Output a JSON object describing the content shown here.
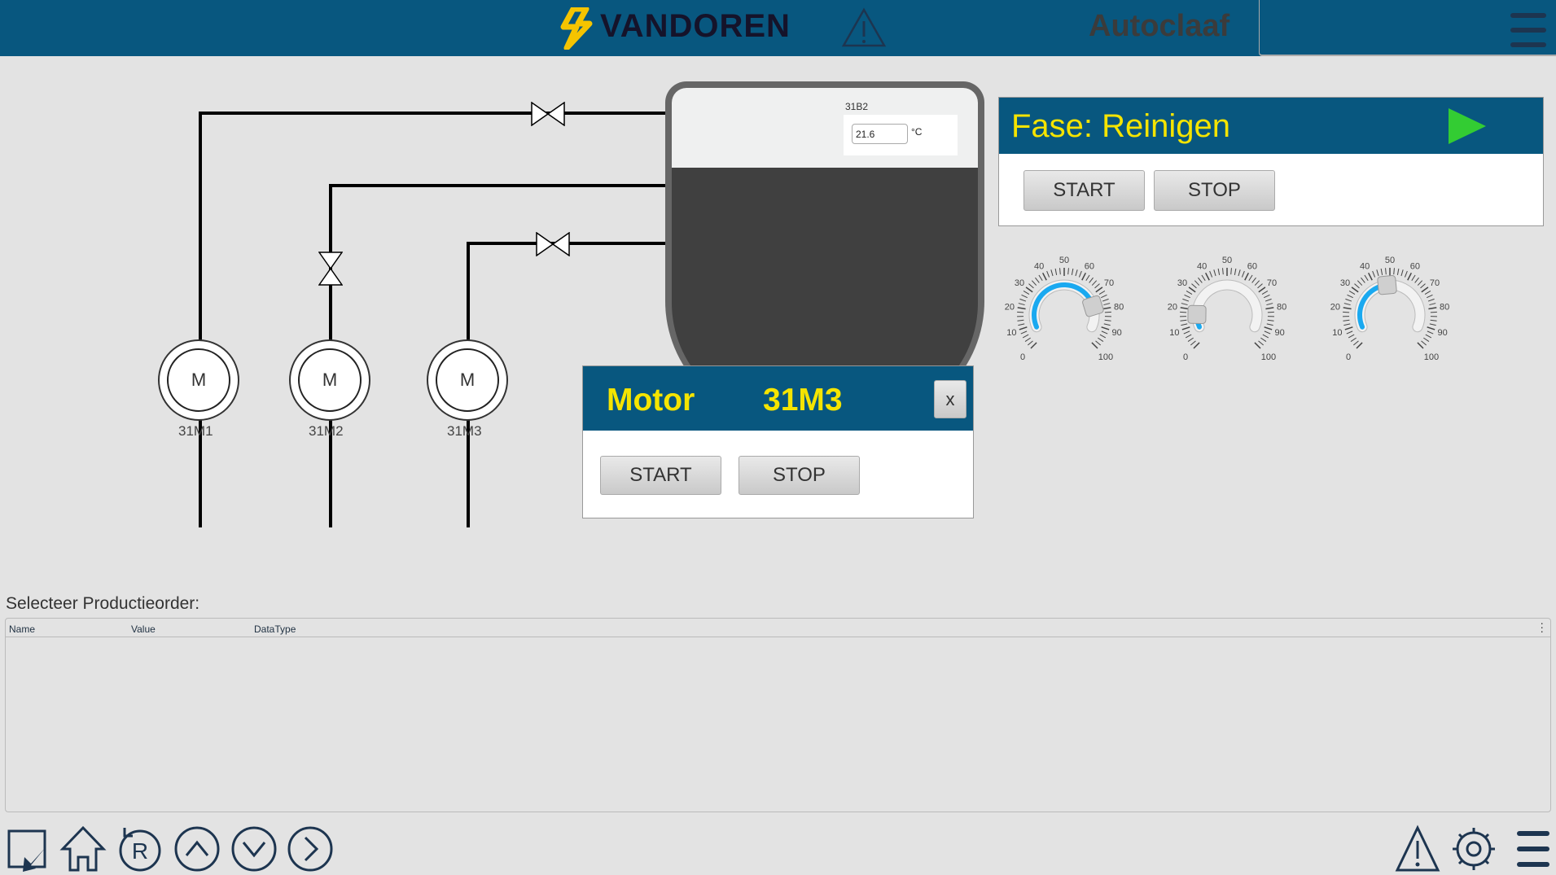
{
  "header": {
    "brand": "VANDOREN",
    "title": "Autoclaaf"
  },
  "colors": {
    "header": "#08577f",
    "accent": "#f5e400",
    "gauge": "#1aa9f0",
    "play": "#33cc33"
  },
  "process": {
    "valves": [
      "valve-1",
      "valve-2",
      "valve-3"
    ],
    "motors": [
      {
        "label": "31M1",
        "symbol": "M"
      },
      {
        "label": "31M2",
        "symbol": "M"
      },
      {
        "label": "31M3",
        "symbol": "M"
      }
    ],
    "tank": {
      "sensor_label": "31B2",
      "value": "21.6",
      "unit": "°C"
    }
  },
  "motor_popup": {
    "title": "Motor",
    "id": "31M3",
    "close": "x",
    "start": "START",
    "stop": "STOP"
  },
  "phase_panel": {
    "title": "Fase: Reinigen",
    "start": "START",
    "stop": "STOP"
  },
  "gauges": [
    {
      "value": 77
    },
    {
      "value": 17
    },
    {
      "value": 48
    }
  ],
  "gauge_scale": {
    "min": 0,
    "max": 100,
    "labels": [
      "0",
      "10",
      "20",
      "30",
      "40",
      "50",
      "60",
      "70",
      "80",
      "90",
      "100"
    ]
  },
  "order": {
    "label": "Selecteer Productieorder:",
    "columns": [
      "Name",
      "Value",
      "DataType"
    ],
    "rows": []
  },
  "footer": {
    "left": [
      "back-icon",
      "home-icon",
      "reset-icon",
      "up-icon",
      "down-icon",
      "next-icon"
    ],
    "right": [
      "alarm-icon",
      "settings-icon",
      "menu-icon"
    ]
  }
}
